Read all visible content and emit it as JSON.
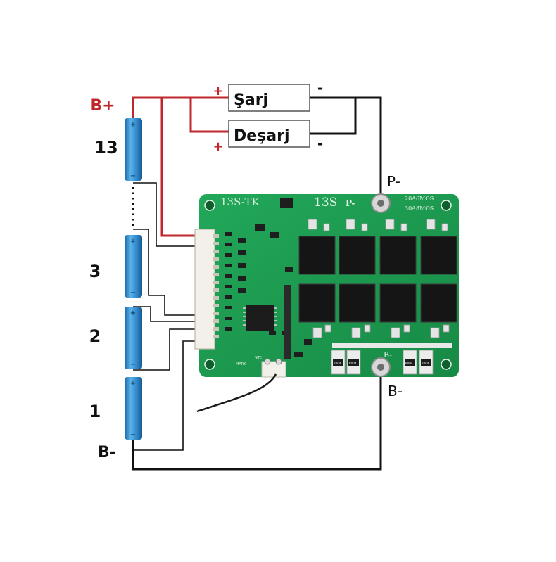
{
  "labels": {
    "b_plus": "B+",
    "b_minus": "B-",
    "p_minus_right": "P-",
    "b_minus_right": "B-",
    "plus_1": "+",
    "plus_2": "+",
    "minus_1": "-",
    "minus_2": "-"
  },
  "boxes": {
    "charge": "Şarj",
    "discharge": "Deşarj"
  },
  "cells": {
    "cell_13": "13",
    "cell_3": "3",
    "cell_2": "2",
    "cell_1": "1"
  },
  "pcb": {
    "model": "13S-TK",
    "series": "13S",
    "p_minus": "P-",
    "b_minus": "B-",
    "rating_1": "20A6MOS",
    "rating_2": "30A8MOS",
    "mark": "MARK",
    "ntc": "NTC",
    "resistor_1": "R004",
    "resistor_2": "R004",
    "resistor_3": "R004",
    "resistor_4": "R004"
  },
  "colors": {
    "positive_wire": "#c0272d",
    "negative_wire": "#111111",
    "pcb_green": "#1d9a50",
    "cell_blue": "#2f86c8"
  }
}
